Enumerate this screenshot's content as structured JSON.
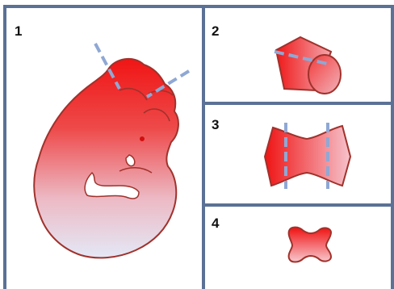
{
  "panels": [
    {
      "label": "1"
    },
    {
      "label": "2"
    },
    {
      "label": "3"
    },
    {
      "label": "4"
    }
  ],
  "colors": {
    "frame": "#5b7196",
    "outline": "#a0322c",
    "fill_top": "#f01010",
    "fill_bottom": "#e6eaf7",
    "cut_line": "#8fa8d4"
  }
}
